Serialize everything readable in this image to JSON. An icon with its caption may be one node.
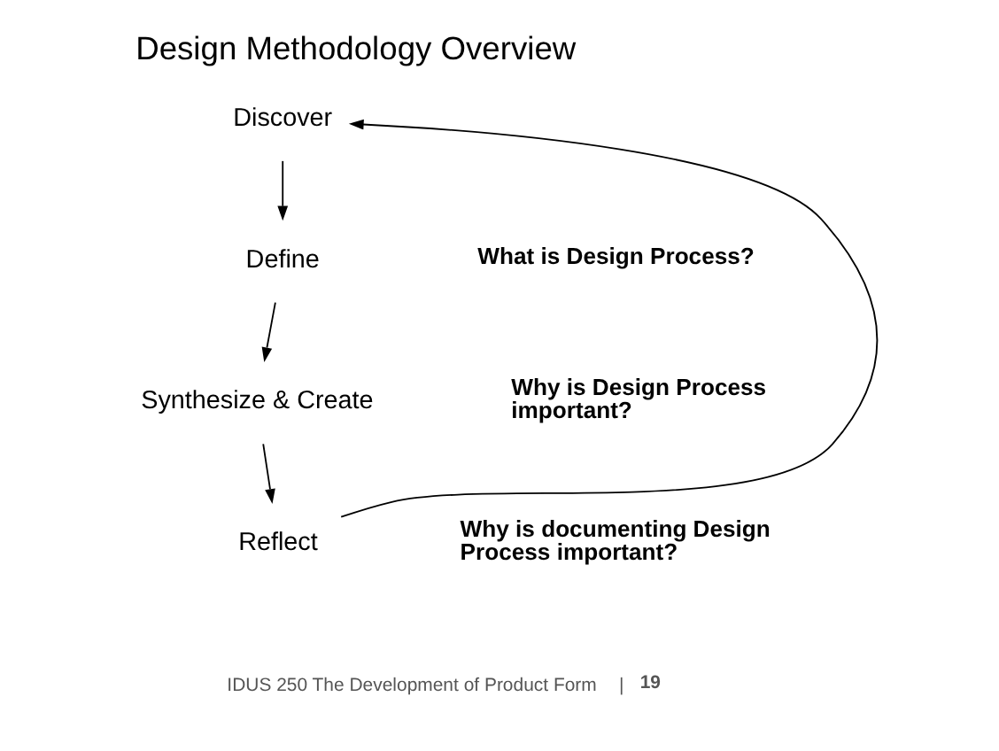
{
  "diagram": {
    "title": "Design Methodology Overview",
    "nodes": [
      {
        "text": [
          "Discover"
        ]
      },
      {
        "text": [
          "Define"
        ]
      },
      {
        "text": [
          "Synthesize & Create"
        ]
      },
      {
        "text": [
          "Reflect"
        ]
      }
    ],
    "edges": [
      {
        "from": 0,
        "to": 1,
        "arrow": "to"
      },
      {
        "from": 1,
        "to": 2,
        "arrow": "to"
      },
      {
        "from": 2,
        "to": 3,
        "arrow": "to"
      },
      {
        "from": 3,
        "to": 0,
        "arrow": "to"
      }
    ],
    "labels": [
      "What is Design Process?",
      "Why is Design Process important?",
      "Why is documenting Design Process important?",
      "IDUS 250 The Development of Product Form",
      "|",
      "19"
    ]
  }
}
